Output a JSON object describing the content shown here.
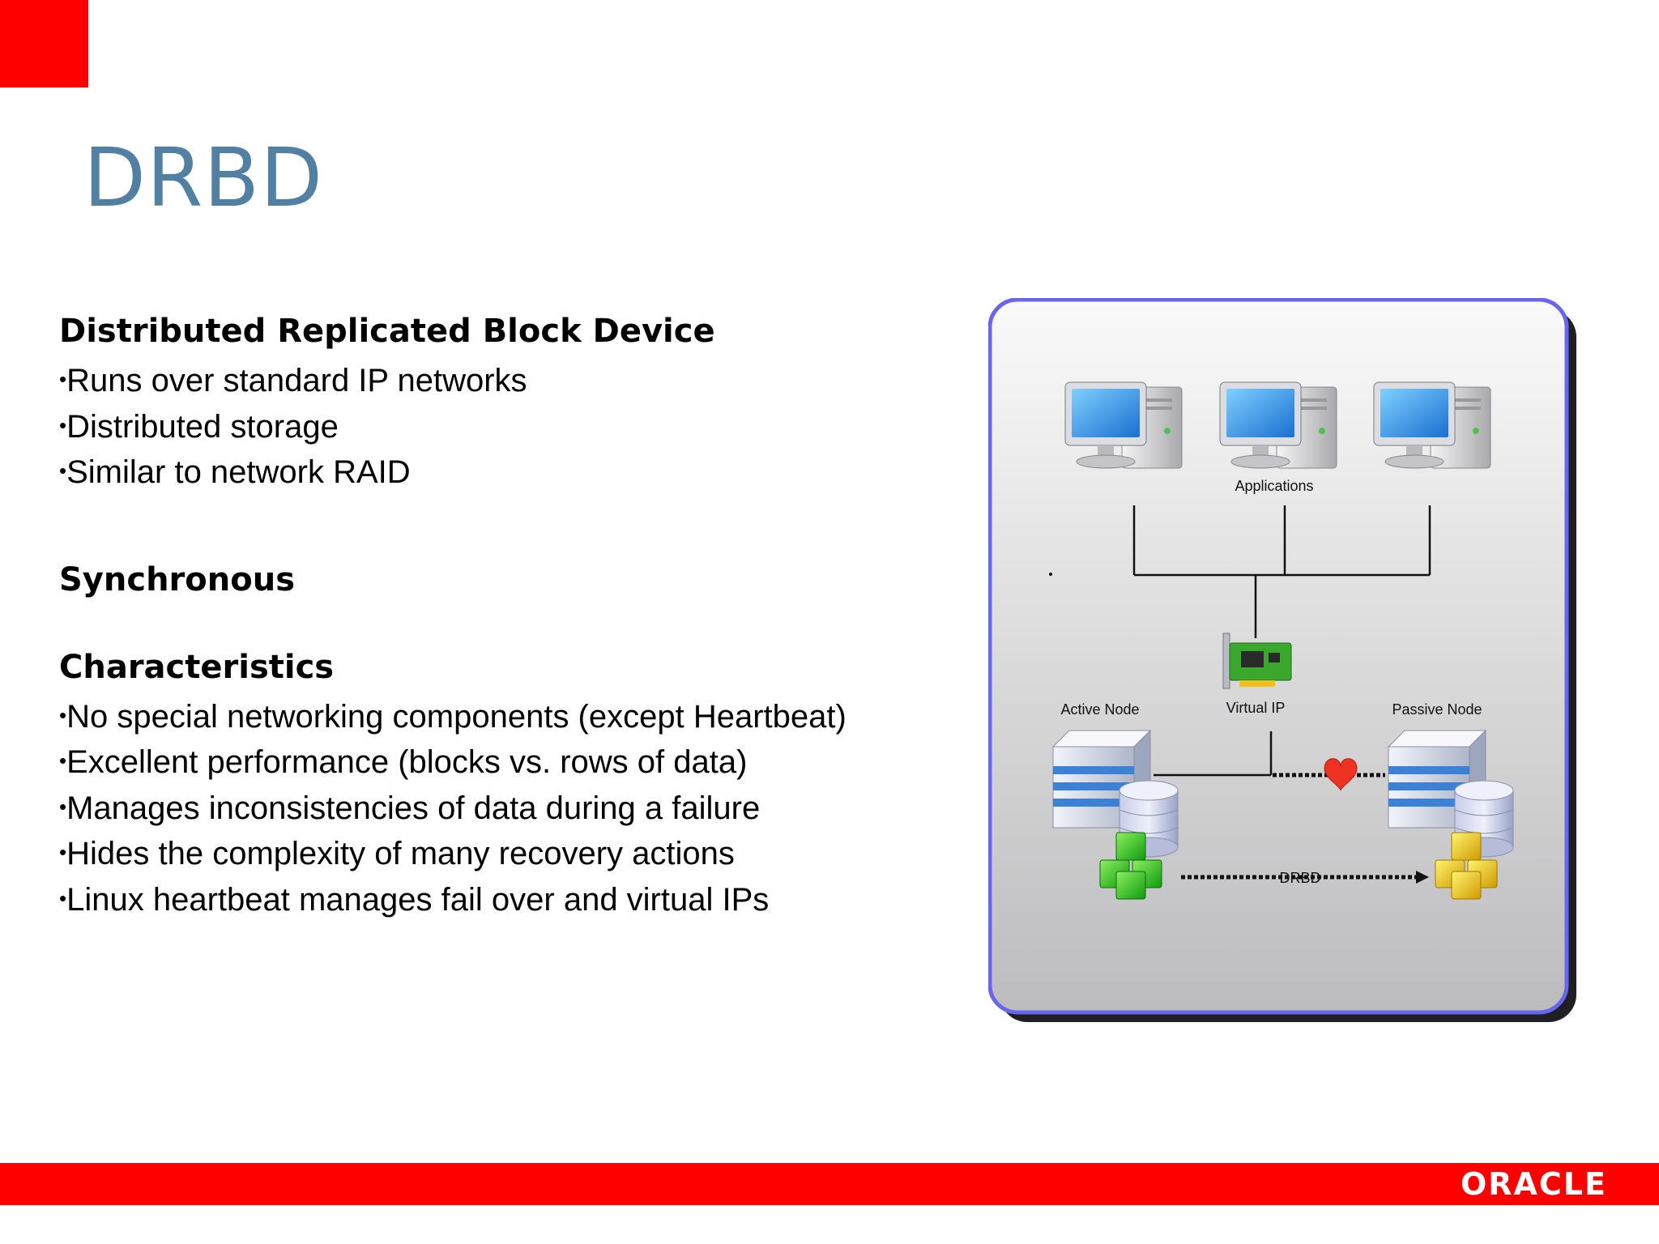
{
  "slide": {
    "title": "DRBD",
    "heading": "Distributed Replicated Block Device",
    "intro_bullets": [
      "Runs over standard IP networks",
      "Distributed storage",
      "Similar to network RAID"
    ],
    "synchronous_heading": "Synchronous",
    "characteristics_heading": "Characteristics",
    "characteristics": [
      "No special networking components (except Heartbeat)",
      "Excellent performance (blocks vs. rows of data)",
      "Manages inconsistencies of data during a failure",
      "Hides the complexity of many recovery actions",
      "Linux heartbeat manages fail over and virtual IPs"
    ]
  },
  "diagram": {
    "applications_label": "Applications",
    "virtual_ip_label": "Virtual IP",
    "active_node_label": "Active Node",
    "passive_node_label": "Passive Node",
    "drbd_label": "DRBD"
  },
  "footer": {
    "logo_text": "ORACLE"
  },
  "colors": {
    "accent_red": "#ff0000",
    "title_blue": "#5180a3",
    "diagram_border": "#6666ee"
  }
}
